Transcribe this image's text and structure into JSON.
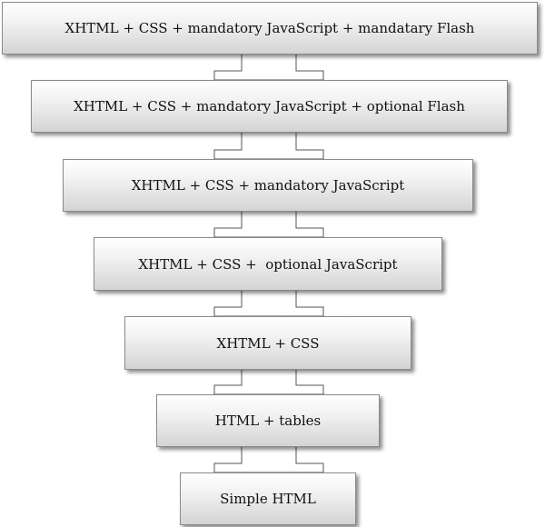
{
  "diagram": {
    "levels": [
      "XHTML + CSS + mandatory JavaScript + mandatary Flash",
      "XHTML + CSS + mandatory JavaScript + optional Flash",
      "XHTML + CSS + mandatory JavaScript",
      "XHTML + CSS +  optional JavaScript",
      "XHTML + CSS",
      "HTML + tables",
      "Simple HTML"
    ]
  },
  "style": {
    "box_border": "#8a8a8a",
    "box_top": "#ffffff",
    "box_bottom": "#d4d4d4",
    "text_color": "#111111",
    "arrow_fill": "#ffffff",
    "arrow_stroke": "#555555"
  }
}
